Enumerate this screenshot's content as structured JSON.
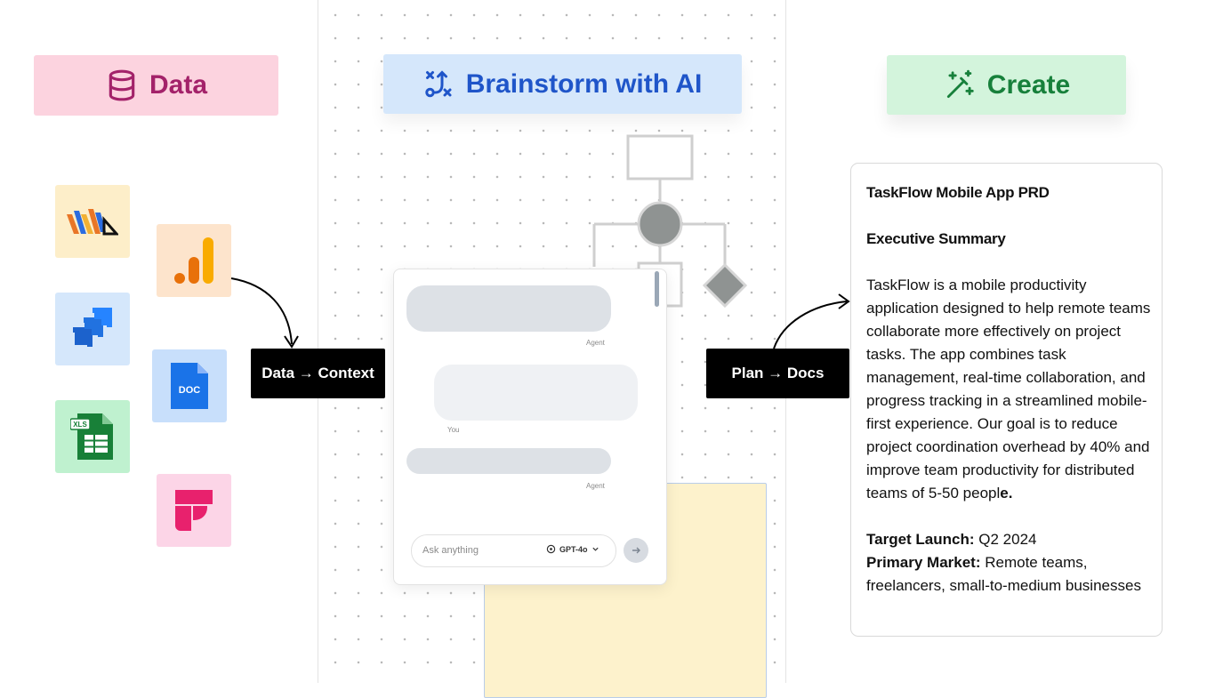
{
  "columns": {
    "data": {
      "title": "Data",
      "icon": "database-icon",
      "color": "#a3226a"
    },
    "brainstorm": {
      "title": "Brainstorm with AI",
      "icon": "strategy-icon",
      "color": "#1f55c9"
    },
    "create": {
      "title": "Create",
      "icon": "magic-wand-icon",
      "color": "#17803b"
    }
  },
  "sources": [
    {
      "name": "tableau-tile",
      "icon": "tableau-icon"
    },
    {
      "name": "google-analytics-tile",
      "icon": "google-analytics-icon"
    },
    {
      "name": "jira-tile",
      "icon": "jira-icon"
    },
    {
      "name": "doc-tile",
      "icon": "doc-icon",
      "label": "DOC"
    },
    {
      "name": "xls-tile",
      "icon": "spreadsheet-icon",
      "label": "XLS"
    },
    {
      "name": "figma-tile",
      "icon": "figma-icon"
    }
  ],
  "labels": {
    "data_context": "Data → Context",
    "plan_docs": "Plan → Docs"
  },
  "chat": {
    "agent_label_1": "Agent",
    "you_label": "You",
    "agent_label_2": "Agent",
    "input_placeholder": "Ask anything",
    "model": "GPT-4o"
  },
  "document": {
    "title": "TaskFlow Mobile App PRD",
    "section_heading": "Executive Summary",
    "summary": "TaskFlow is a mobile productivity application designed to help remote teams collaborate more effectively on project tasks. The app combines task management, real-time collaboration, and progress tracking in a streamlined mobile-first experience. Our goal is to reduce project coordination overhead by 40% and improve team productivity for distributed teams of 5-50 peopl",
    "summary_end": "e.",
    "target_launch_label": "Target Launch:",
    "target_launch_value": " Q2 2024",
    "primary_market_label": "Primary Market:",
    "primary_market_value": " Remote teams, freelancers, small-to-medium businesses"
  }
}
